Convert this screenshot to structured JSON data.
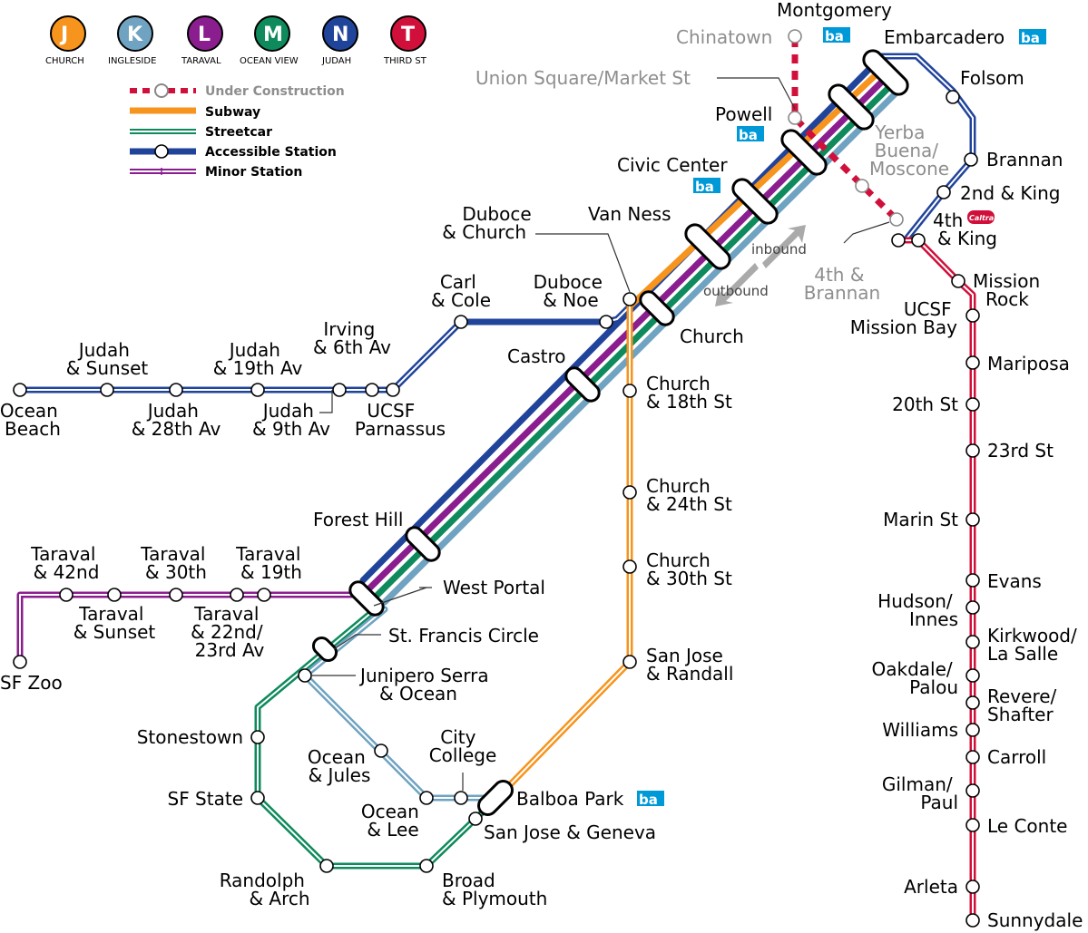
{
  "lines": [
    {
      "letter": "J",
      "name": "CHURCH",
      "color": "#f7941d"
    },
    {
      "letter": "K",
      "name": "INGLESIDE",
      "color": "#6fa3c1"
    },
    {
      "letter": "L",
      "name": "TARAVAL",
      "color": "#8b1e8f"
    },
    {
      "letter": "M",
      "name": "OCEAN VIEW",
      "color": "#0e8a5c"
    },
    {
      "letter": "N",
      "name": "JUDAH",
      "color": "#21449b"
    },
    {
      "letter": "T",
      "name": "THIRD ST",
      "color": "#d0103a"
    }
  ],
  "legend": {
    "under_construction": "Under Construction",
    "subway": "Subway",
    "streetcar": "Streetcar",
    "accessible_station": "Accessible Station",
    "minor_station": "Minor Station"
  },
  "directions": {
    "inbound": "inbound",
    "outbound": "outbound"
  },
  "bart_logo": "ba",
  "caltrain_logo": "Caltrain",
  "stations": {
    "montgomery": "Montgomery",
    "chinatown": "Chinatown",
    "embarcadero": "Embarcadero",
    "union_square": "Union Square/Market St",
    "folsom": "Folsom",
    "powell": "Powell",
    "yerba_buena": [
      "Yerba",
      "Buena/",
      "Moscone"
    ],
    "brannan": "Brannan",
    "civic_center": "Civic Center",
    "second_king": "2nd & King",
    "fourth_king": [
      "4th",
      "& King"
    ],
    "duboce_church": [
      "Duboce",
      "& Church"
    ],
    "van_ness": "Van Ness",
    "fourth_brannan": [
      "4th &",
      "Brannan"
    ],
    "mission_rock": [
      "Mission",
      "Rock"
    ],
    "carl_cole": [
      "Carl",
      "& Cole"
    ],
    "duboce_noe": [
      "Duboce",
      "& Noe"
    ],
    "ucsf_mission_bay": [
      "UCSF",
      "Mission Bay"
    ],
    "irving_6th": [
      "Irving",
      "& 6th Av"
    ],
    "church": "Church",
    "judah_sunset": [
      "Judah",
      "& Sunset"
    ],
    "judah_19th": [
      "Judah",
      "& 19th Av"
    ],
    "castro": "Castro",
    "mariposa": "Mariposa",
    "church_18th": [
      "Church",
      "& 18th St"
    ],
    "ocean_beach": [
      "Ocean",
      "Beach"
    ],
    "judah_28th": [
      "Judah",
      "& 28th Av"
    ],
    "judah_9th": [
      "Judah",
      "& 9th Av"
    ],
    "ucsf_parnassus": [
      "UCSF",
      "Parnassus"
    ],
    "20th_st": "20th St",
    "23rd_st": "23rd St",
    "church_24th": [
      "Church",
      "& 24th St"
    ],
    "forest_hill": "Forest Hill",
    "marin_st": "Marin St",
    "taraval_42nd": [
      "Taraval",
      "& 42nd"
    ],
    "taraval_30th": [
      "Taraval",
      "& 30th"
    ],
    "taraval_19th": [
      "Taraval",
      "& 19th"
    ],
    "church_30th": [
      "Church",
      "& 30th St"
    ],
    "evans": "Evans",
    "west_portal": "West Portal",
    "hudson_innes": [
      "Hudson/",
      "Innes"
    ],
    "taraval_sunset": [
      "Taraval",
      "& Sunset"
    ],
    "taraval_22nd": [
      "Taraval",
      "& 22nd/",
      "23rd Av"
    ],
    "st_francis": "St. Francis Circle",
    "kirkwood": [
      "Kirkwood/",
      "La Salle"
    ],
    "san_jose_randall": [
      "San Jose",
      "& Randall"
    ],
    "sf_zoo": "SF Zoo",
    "junipero_serra": [
      "Junipero Serra",
      "& Ocean"
    ],
    "oakdale": [
      "Oakdale/",
      "Palou"
    ],
    "revere": [
      "Revere/",
      "Shafter"
    ],
    "stonestown": "Stonestown",
    "williams": "Williams",
    "city_college": [
      "City",
      "College"
    ],
    "ocean_jules": [
      "Ocean",
      "& Jules"
    ],
    "carroll": "Carroll",
    "gilman": [
      "Gilman/",
      "Paul"
    ],
    "sf_state": "SF State",
    "balboa_park": "Balboa Park",
    "ocean_lee": [
      "Ocean",
      "& Lee"
    ],
    "le_conte": "Le Conte",
    "san_jose_geneva": "San Jose & Geneva",
    "randolph_arch": [
      "Randolph",
      "& Arch"
    ],
    "broad_plymouth": [
      "Broad",
      "& Plymouth"
    ],
    "arleta": "Arleta",
    "sunnydale": "Sunnydale"
  }
}
